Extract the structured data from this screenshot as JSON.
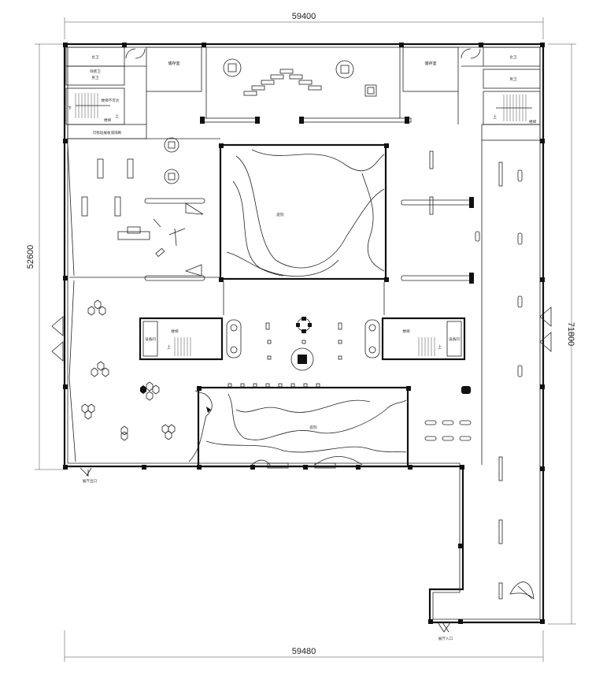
{
  "dimensions": {
    "top": "59400",
    "bottom": "59480",
    "left": "52600",
    "right": "71800"
  },
  "rooms": {
    "storage_left": "储存室",
    "storage_right": "储存室",
    "toilet_left_1": "女卫",
    "toilet_left_2": "男卫",
    "toilet_left_3": "残疾卫",
    "toilet_right_1": "女卫",
    "toilet_right_2": "男卫",
    "stair_left_note": "楼梯不可达",
    "stair_left_label": "楼梯",
    "stair_right_label": "楼梯",
    "partition_note": "可移动展板或隔断",
    "courtyard_north": "庭院",
    "courtyard_south": "庭院",
    "core_left": "楼梯",
    "core_right": "楼梯",
    "core_left_side": "设备间",
    "core_right_side": "设备间",
    "exit_left": "展厅出口",
    "entrance_bottom": "展厅入口"
  },
  "stair_marks": {
    "up": "上",
    "down": "下"
  }
}
